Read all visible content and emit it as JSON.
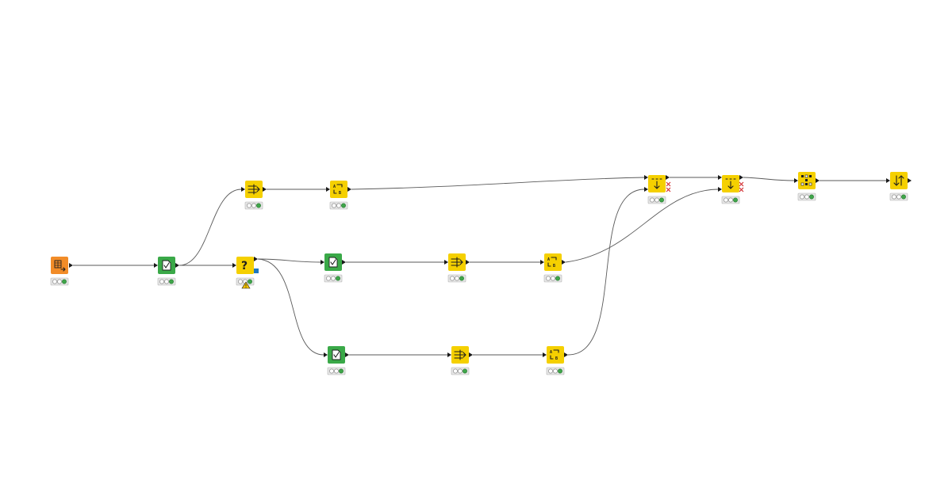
{
  "workflow": {
    "colors": {
      "source": "#f28c28",
      "manipulator_green": "#3aa948",
      "manipulator_yellow": "#f5d000",
      "edge": "#5a5a5a",
      "status_ok": "#3fa64a",
      "warning": "#f2c200",
      "flow_variable_port": "#1f78c1"
    },
    "nodes": [
      {
        "id": "table-creator",
        "kind": "source",
        "icon": "table-arrow-icon",
        "status": "executed"
      },
      {
        "id": "row-filter-main",
        "kind": "green",
        "icon": "document-check-icon",
        "status": "executed"
      },
      {
        "id": "column-filter-top",
        "kind": "yellow",
        "icon": "column-filter-icon",
        "status": "executed"
      },
      {
        "id": "column-rename-top",
        "kind": "yellow",
        "icon": "column-rename-icon",
        "status": "executed"
      },
      {
        "id": "rule-switch",
        "kind": "yellow",
        "icon": "question-mark-icon",
        "label": "?",
        "status": "executed-with-warning"
      },
      {
        "id": "row-filter-mid",
        "kind": "green",
        "icon": "document-check-icon",
        "status": "executed"
      },
      {
        "id": "column-filter-mid",
        "kind": "yellow",
        "icon": "column-filter-icon",
        "status": "executed"
      },
      {
        "id": "column-rename-mid",
        "kind": "yellow",
        "icon": "column-rename-icon",
        "status": "executed"
      },
      {
        "id": "row-filter-bottom",
        "kind": "green",
        "icon": "document-check-icon",
        "status": "executed"
      },
      {
        "id": "column-filter-bottom",
        "kind": "yellow",
        "icon": "column-filter-icon",
        "status": "executed"
      },
      {
        "id": "column-rename-bottom",
        "kind": "yellow",
        "icon": "column-rename-icon",
        "status": "executed"
      },
      {
        "id": "concatenate-1",
        "kind": "yellow",
        "icon": "concatenate-icon",
        "status": "executed"
      },
      {
        "id": "concatenate-2",
        "kind": "yellow",
        "icon": "concatenate-icon",
        "status": "executed"
      },
      {
        "id": "column-resorter",
        "kind": "yellow",
        "icon": "grid-reorder-icon",
        "status": "executed"
      },
      {
        "id": "sorter",
        "kind": "yellow",
        "icon": "sort-arrows-icon",
        "status": "executed"
      }
    ],
    "connections": [
      [
        "table-creator",
        "row-filter-main"
      ],
      [
        "row-filter-main",
        "column-filter-top"
      ],
      [
        "row-filter-main",
        "rule-switch"
      ],
      [
        "column-filter-top",
        "column-rename-top"
      ],
      [
        "column-rename-top",
        "concatenate-1"
      ],
      [
        "rule-switch",
        "row-filter-mid"
      ],
      [
        "rule-switch",
        "row-filter-bottom"
      ],
      [
        "row-filter-mid",
        "column-filter-mid"
      ],
      [
        "column-filter-mid",
        "column-rename-mid"
      ],
      [
        "column-rename-mid",
        "concatenate-2"
      ],
      [
        "row-filter-bottom",
        "column-filter-bottom"
      ],
      [
        "column-filter-bottom",
        "column-rename-bottom"
      ],
      [
        "column-rename-bottom",
        "concatenate-1"
      ],
      [
        "concatenate-1",
        "concatenate-2"
      ],
      [
        "concatenate-2",
        "column-resorter"
      ],
      [
        "column-resorter",
        "sorter"
      ]
    ]
  }
}
